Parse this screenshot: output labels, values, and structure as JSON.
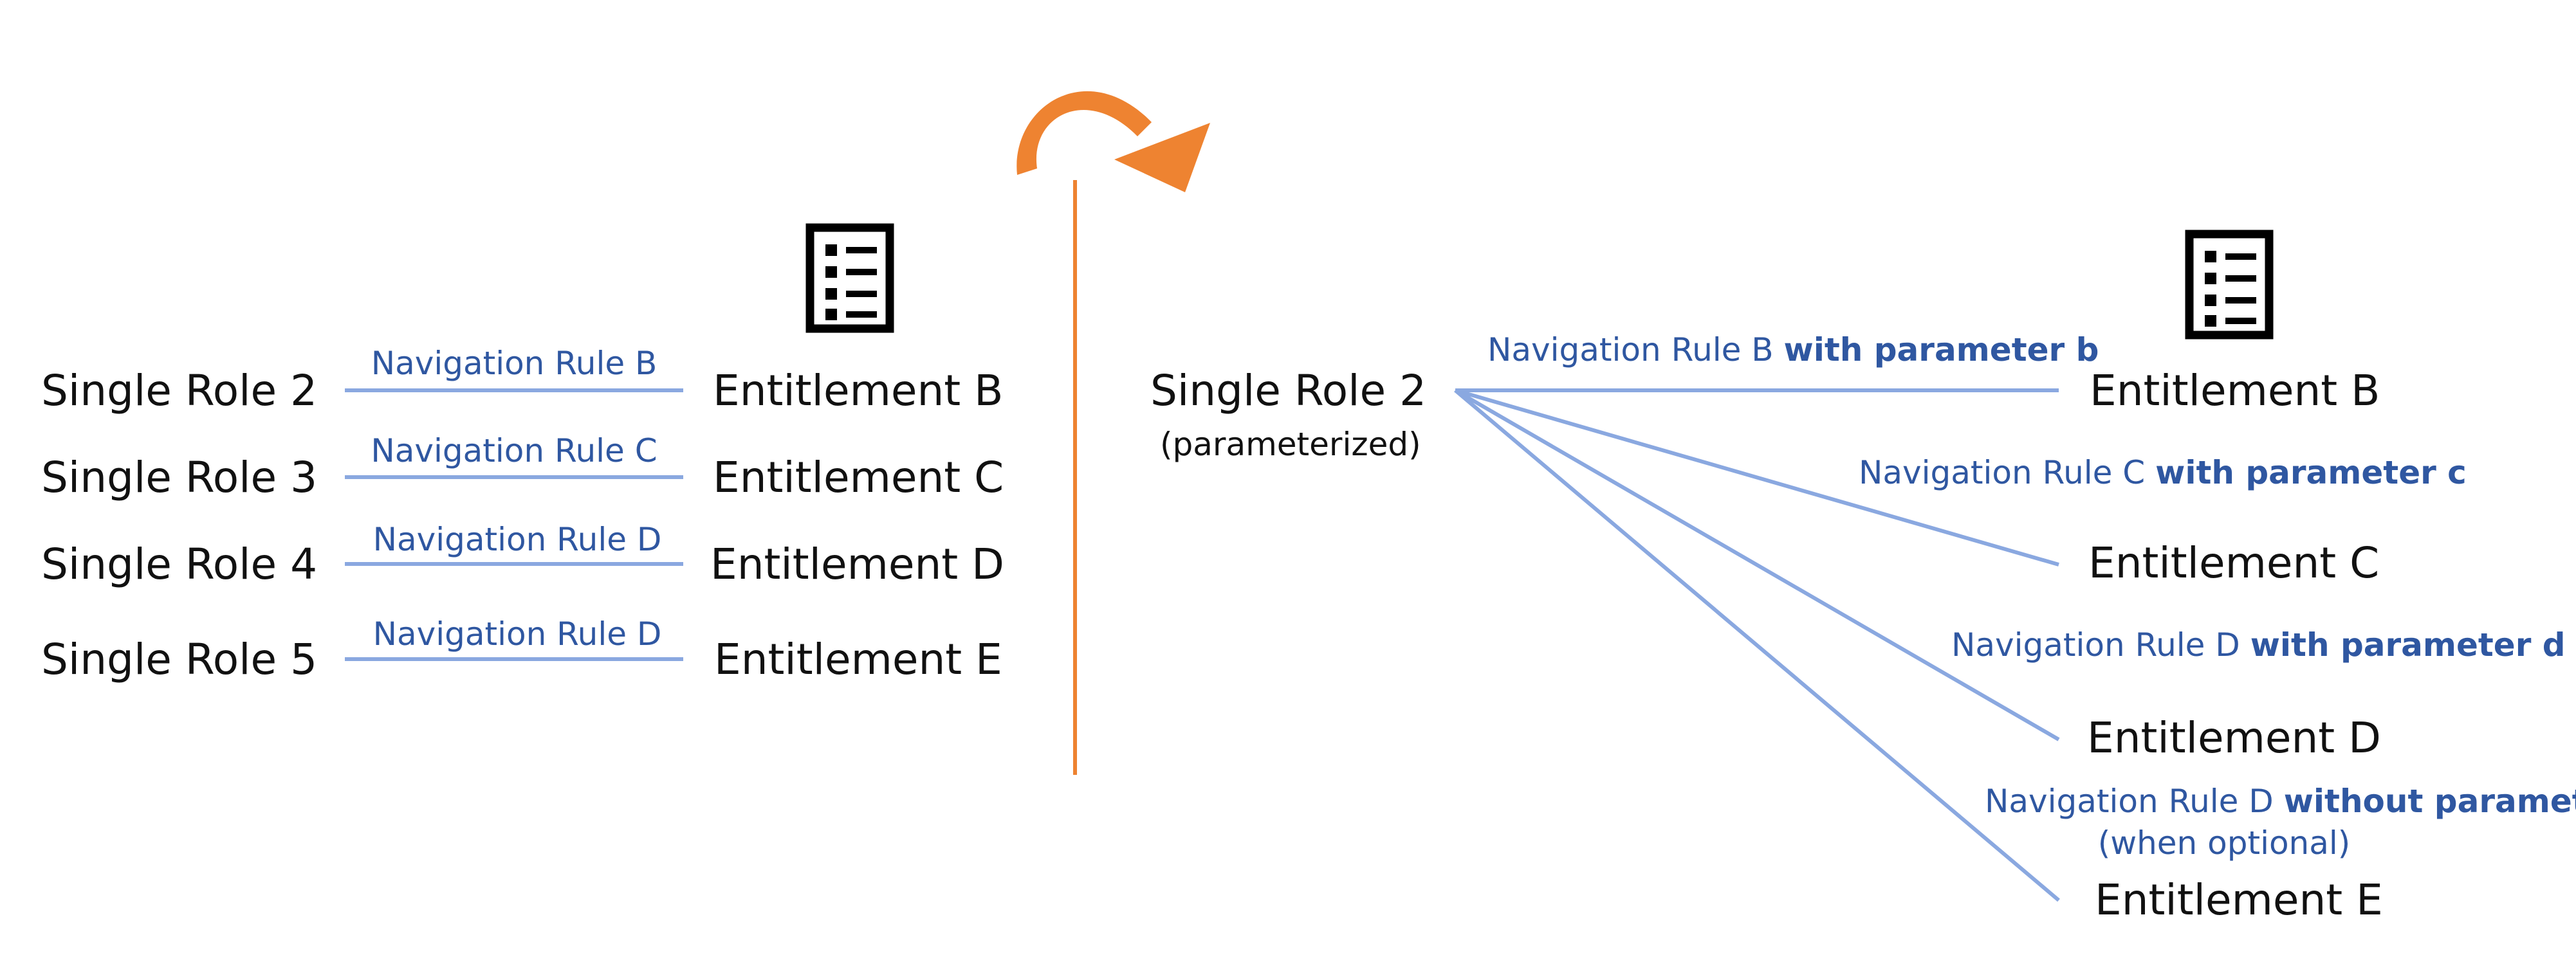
{
  "colors": {
    "line": "#8aa8e0",
    "rule_text": "#2f57a1",
    "text": "#111111",
    "arrow": "#ee8331",
    "icon": "#000000"
  },
  "icons": {
    "left_entitlement_icon": "list-document-icon",
    "right_entitlement_icon": "list-document-icon",
    "transform_arrow": "curved-arrow-icon"
  },
  "left": {
    "rows": [
      {
        "role": "Single Role 2",
        "rule": "Navigation Rule B",
        "entitlement": "Entitlement B"
      },
      {
        "role": "Single Role 3",
        "rule": "Navigation Rule C",
        "entitlement": "Entitlement C"
      },
      {
        "role": "Single Role 4",
        "rule": "Navigation Rule D",
        "entitlement": "Entitlement D"
      },
      {
        "role": "Single Role 5",
        "rule": "Navigation Rule D",
        "entitlement": "Entitlement E"
      }
    ]
  },
  "right": {
    "role": "Single Role 2",
    "role_note": "(parameterized)",
    "edges": [
      {
        "rule": "Navigation Rule B",
        "param": "with parameter b",
        "note": "",
        "entitlement": "Entitlement B"
      },
      {
        "rule": "Navigation Rule C",
        "param": "with parameter c",
        "note": "",
        "entitlement": "Entitlement C"
      },
      {
        "rule": "Navigation Rule D",
        "param": "with parameter d",
        "note": "",
        "entitlement": "Entitlement D"
      },
      {
        "rule": "Navigation Rule D",
        "param": "without parameter",
        "note": "(when optional)",
        "entitlement": "Entitlement E"
      }
    ]
  }
}
